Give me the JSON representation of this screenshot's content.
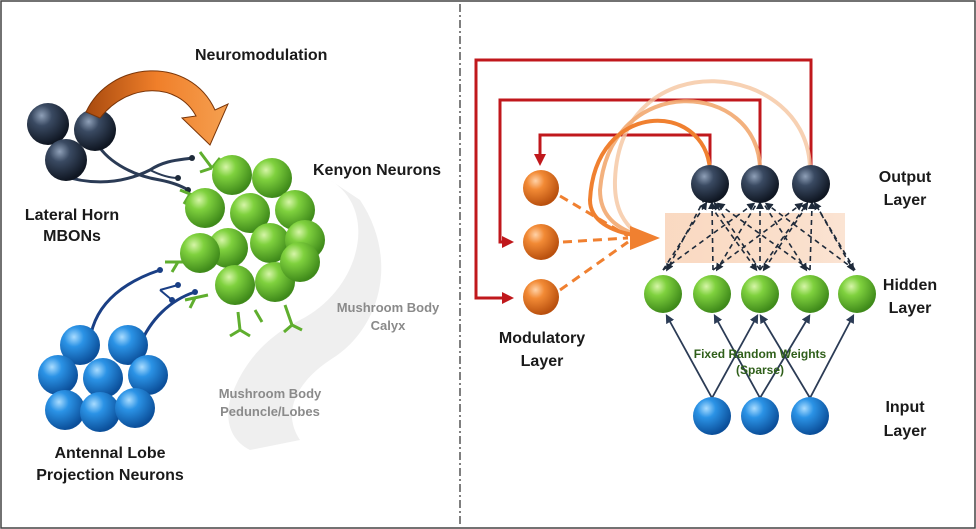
{
  "left_panel": {
    "neuromodulation": "Neuromodulation",
    "kenyon_neurons": "Kenyon Neurons",
    "lateral_horn_line1": "Lateral Horn",
    "lateral_horn_line2": "MBONs",
    "calyx_line1": "Mushroom Body",
    "calyx_line2": "Calyx",
    "peduncle_line1": "Mushroom Body",
    "peduncle_line2": "Peduncle/Lobes",
    "antennal_line1": "Antennal Lobe",
    "antennal_line2": "Projection Neurons"
  },
  "right_panel": {
    "output_line1": "Output",
    "output_line2": "Layer",
    "hidden_line1": "Hidden",
    "hidden_line2": "Layer",
    "input_line1": "Input",
    "input_line2": "Layer",
    "modulatory_line1": "Modulatory",
    "modulatory_line2": "Layer",
    "weights_line1": "Fixed Random Weights",
    "weights_line2": "(Sparse)"
  },
  "colors": {
    "dark_neuron": "#1e2a3a",
    "green_neuron": "#6cc63a",
    "blue_neuron": "#1f86de",
    "orange_neuron": "#f07f2a",
    "red_arrow": "#c0181c",
    "orange_arrow": "#f08030",
    "dendrite_green": "#5fae2e",
    "axon_dark": "#2b3b55"
  }
}
